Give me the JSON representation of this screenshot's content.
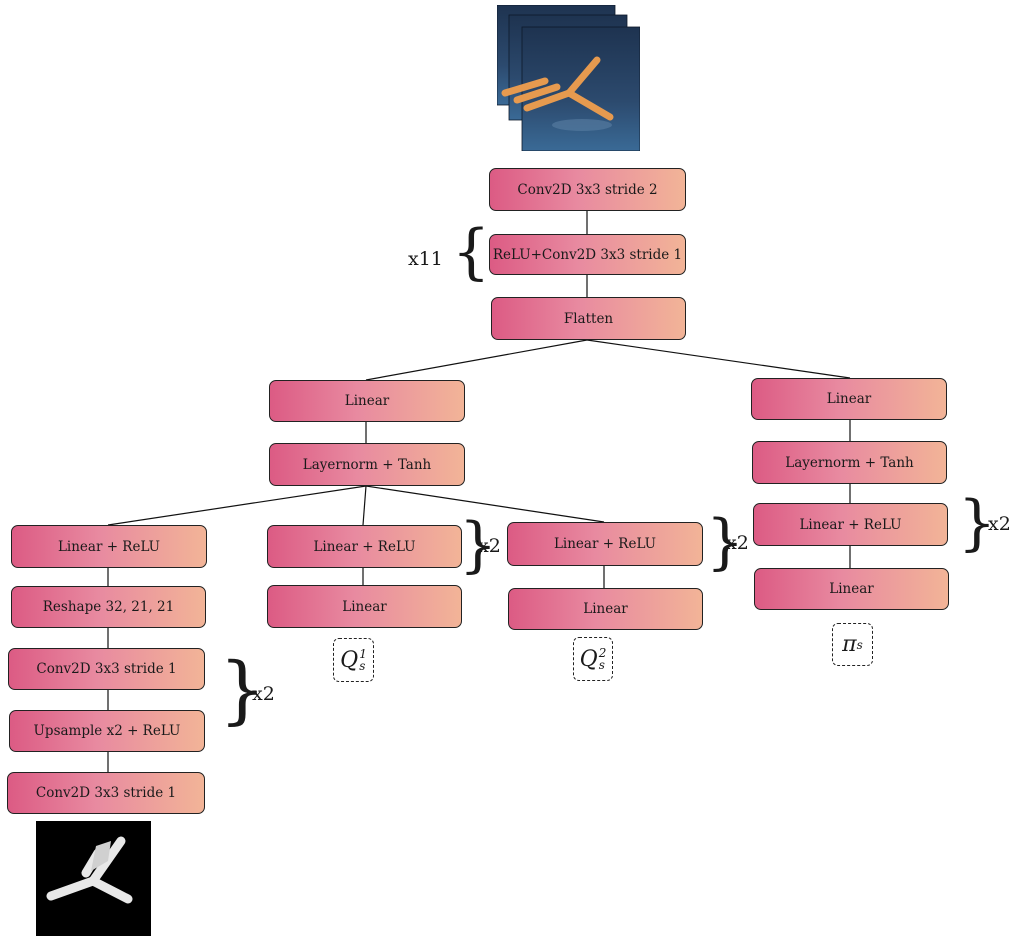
{
  "colors": {
    "box_start": "#dc5b84",
    "box_end": "#f2b497",
    "border": "#222222"
  },
  "encoder": {
    "conv_first": "Conv2D 3x3 stride 2",
    "conv_repeat": "ReLU+Conv2D 3x3 stride 1",
    "conv_repeat_count": "x11",
    "flatten": "Flatten"
  },
  "critic": {
    "linear": "Linear",
    "norm": "Layernorm + Tanh"
  },
  "decoder": {
    "linear_relu": "Linear + ReLU",
    "reshape": "Reshape 32, 21, 21",
    "conv": "Conv2D 3x3 stride 1",
    "upsample": "Upsample x2 + ReLU",
    "conv_final": "Conv2D 3x3 stride 1",
    "repeat": "x2"
  },
  "q1": {
    "linear_relu": "Linear + ReLU",
    "linear": "Linear",
    "repeat": "x2",
    "symbol": "Q",
    "sup": "1",
    "sub": "s"
  },
  "q2": {
    "linear_relu": "Linear + ReLU",
    "linear": "Linear",
    "repeat": "x2",
    "symbol": "Q",
    "sup": "2",
    "sub": "s"
  },
  "actor": {
    "linear": "Linear",
    "norm": "Layernorm + Tanh",
    "linear_relu": "Linear + ReLU",
    "linear_out": "Linear",
    "repeat": "x2",
    "symbol": "π",
    "sub": "s"
  },
  "images": {
    "input_icon": "stacked-frames-image",
    "output_icon": "reconstructed-mask-image"
  }
}
